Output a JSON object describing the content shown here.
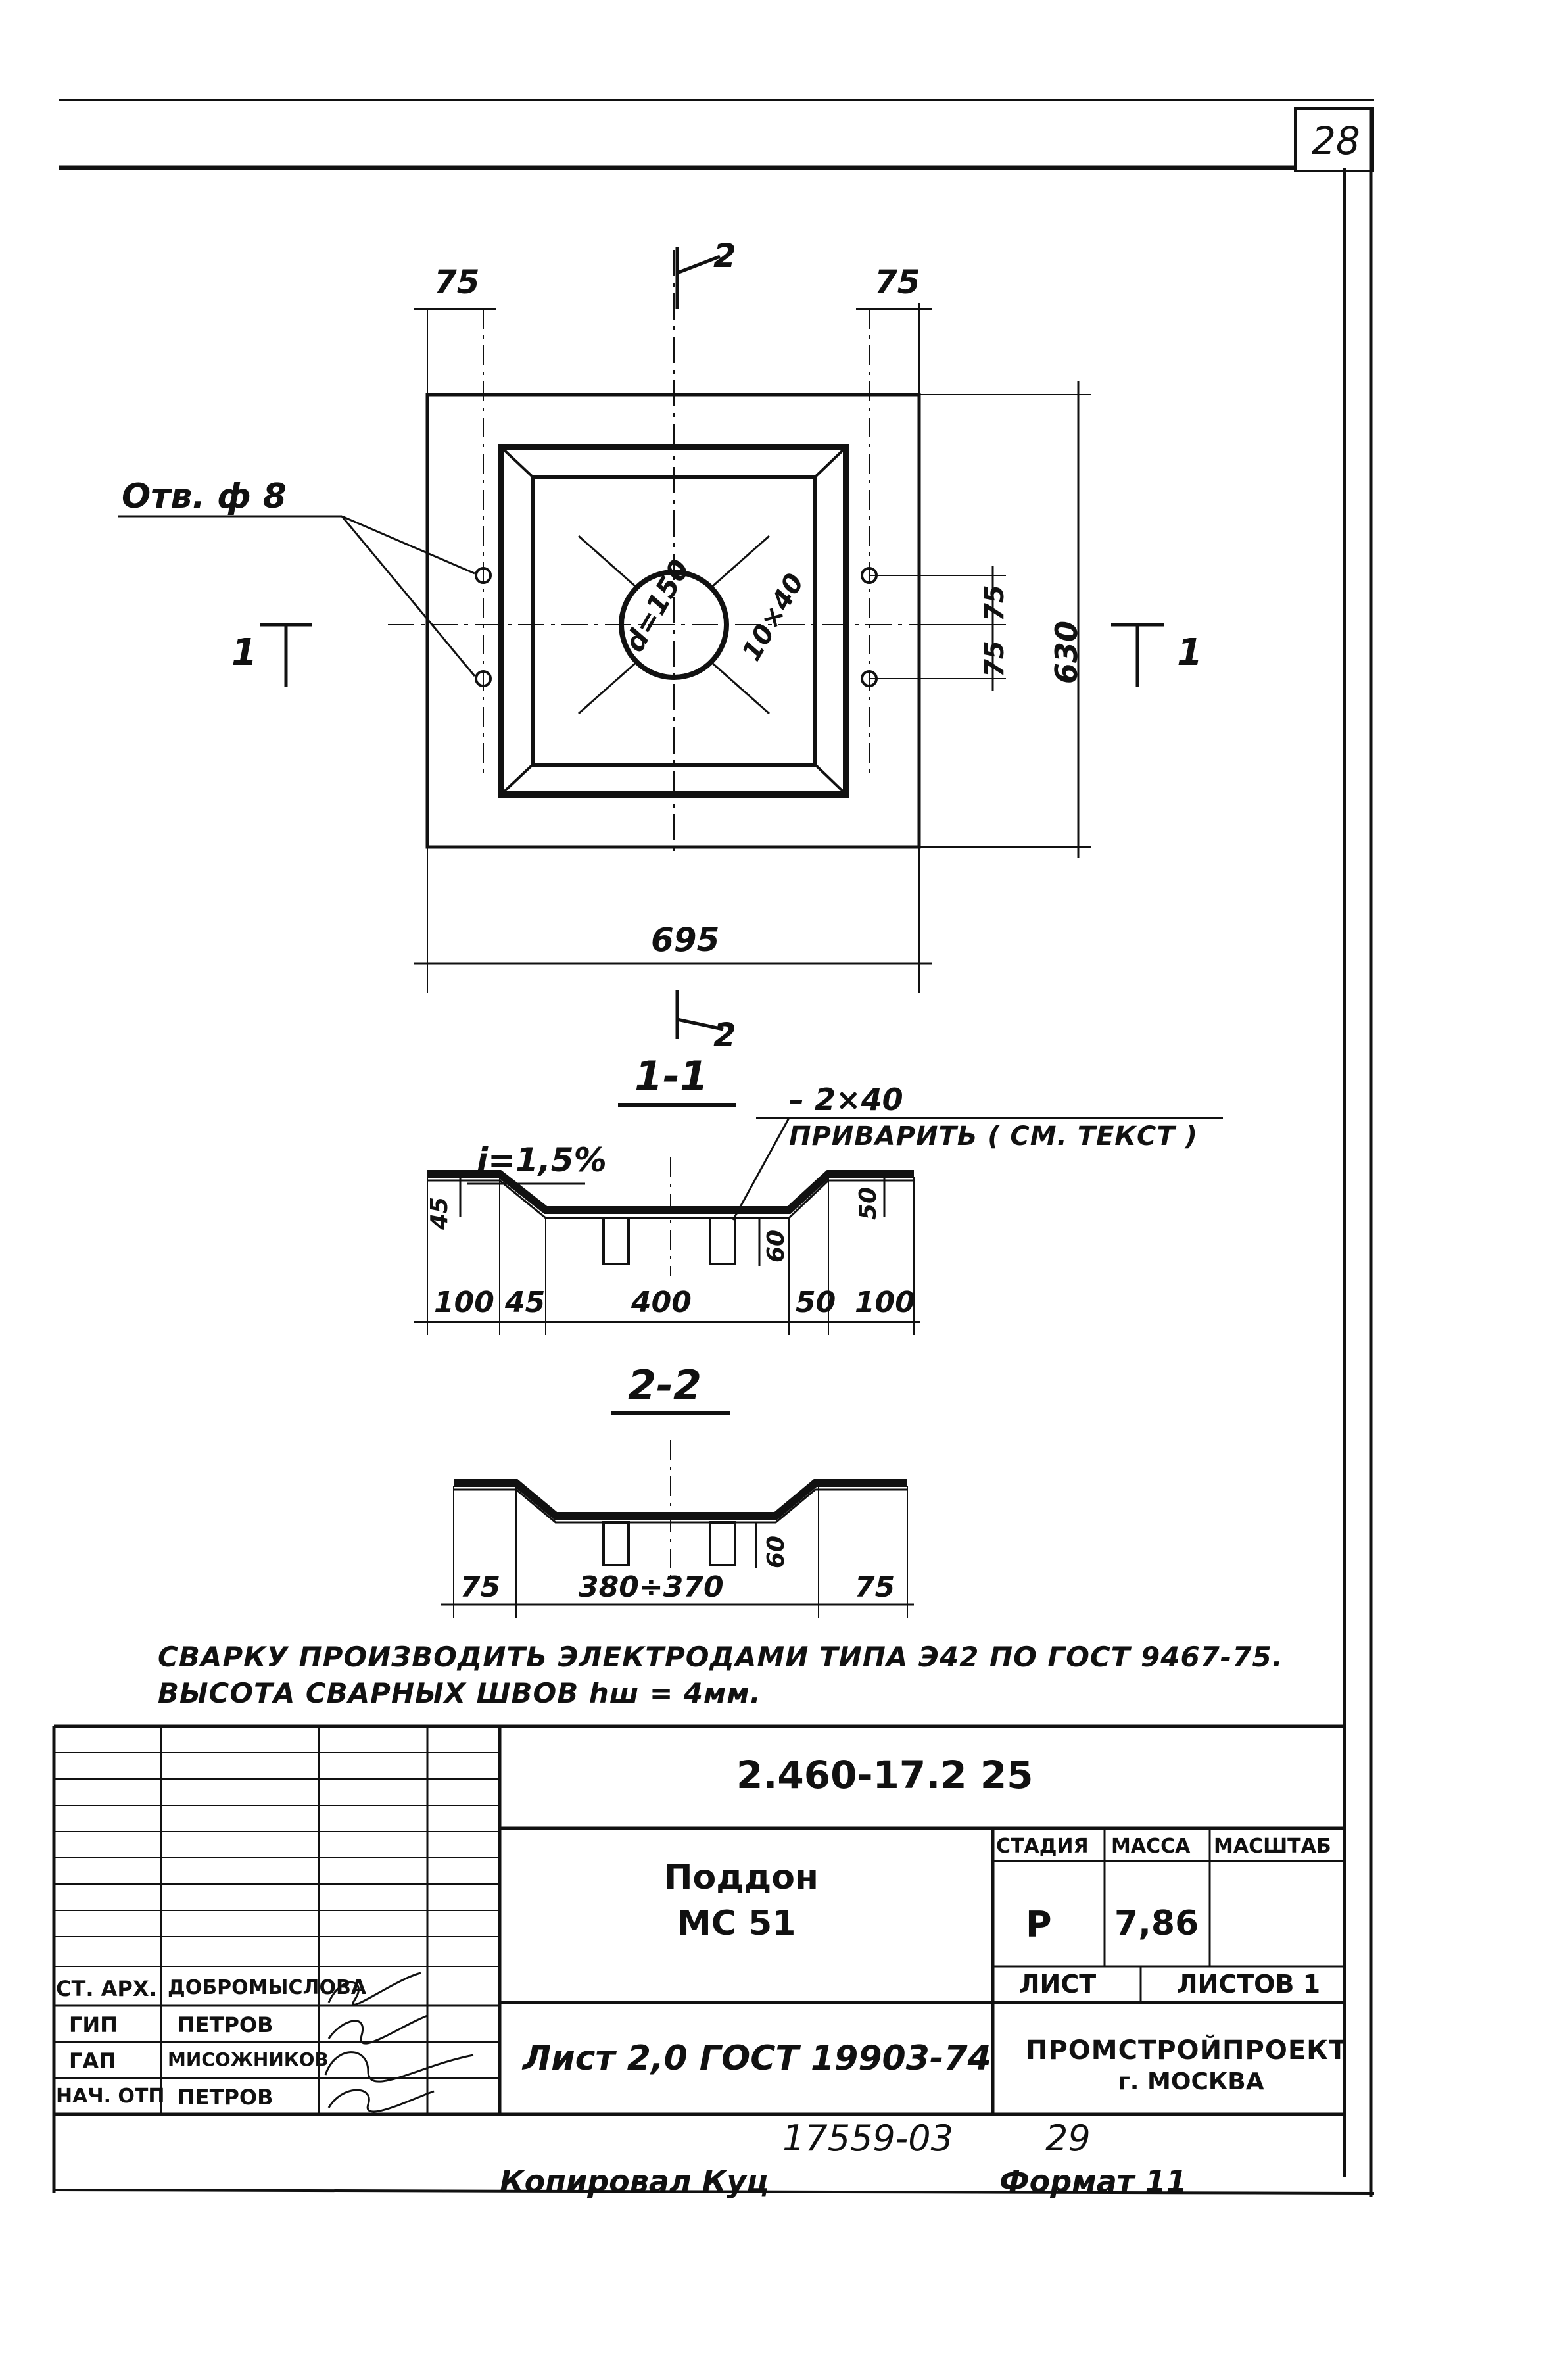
{
  "sheet_number": "28",
  "plan": {
    "dim_top_left": "75",
    "dim_top_right": "75",
    "section_2_top": "2",
    "section_2_bottom": "2",
    "section_1_left": "1",
    "section_1_right": "1",
    "hole_label": "Отв. ф 8",
    "circle_d": "d=150",
    "dim_10x40": "10×40",
    "dim_75_a": "75",
    "dim_75_b": "75",
    "dim_630": "630",
    "dim_695": "695"
  },
  "section_1": {
    "title": "1-1",
    "slope": "i=1,5%",
    "strip": "– 2×40",
    "weld_note": "ПРИВАРИТЬ ( СМ. ТЕКСТ )",
    "dim_45_v": "45",
    "dim_50_v": "50",
    "dim_60": "60",
    "dims_bottom": [
      "100",
      "45",
      "400",
      "50",
      "100"
    ]
  },
  "section_2": {
    "title": "2-2",
    "dim_60": "60",
    "dims_bottom": [
      "75",
      "380÷370",
      "75"
    ]
  },
  "notes": [
    "СВАРКУ ПРОИЗВОДИТЬ ЭЛЕКТРОДАМИ ТИПА Э42 ПО ГОСТ 9467-75.",
    "ВЫСОТА СВАРНЫХ ШВОВ hш = 4мм."
  ],
  "title_block": {
    "doc_code": "2.460-17.2 25",
    "item_name_1": "Поддон",
    "item_name_2": "МС 51",
    "col_stage": "СТАДИЯ",
    "col_mass": "МАССА",
    "col_scale": "МАСШТАБ",
    "stage": "Р",
    "mass": "7,86",
    "scale": "",
    "sheet_label": "ЛИСТ",
    "sheets_label": "ЛИСТОВ 1",
    "reference": "Лист 2,0 ГОСТ 19903-74",
    "org_1": "ПРОМСТРОЙПРОЕКТ",
    "org_2": "г. МОСКВА",
    "roles": [
      {
        "role": "СТ. АРХ.",
        "name": "ДОБРОМЫСЛОВА"
      },
      {
        "role": "ГИП",
        "name": "ПЕТРОВ"
      },
      {
        "role": "ГАП",
        "name": "МИСОЖНИКОВ"
      },
      {
        "role": "НАЧ. ОТП",
        "name": "ПЕТРОВ"
      }
    ]
  },
  "bottom": {
    "inventory": "17559-03",
    "page": "29",
    "copied": "Копировал Куц",
    "format": "Формат 11"
  }
}
